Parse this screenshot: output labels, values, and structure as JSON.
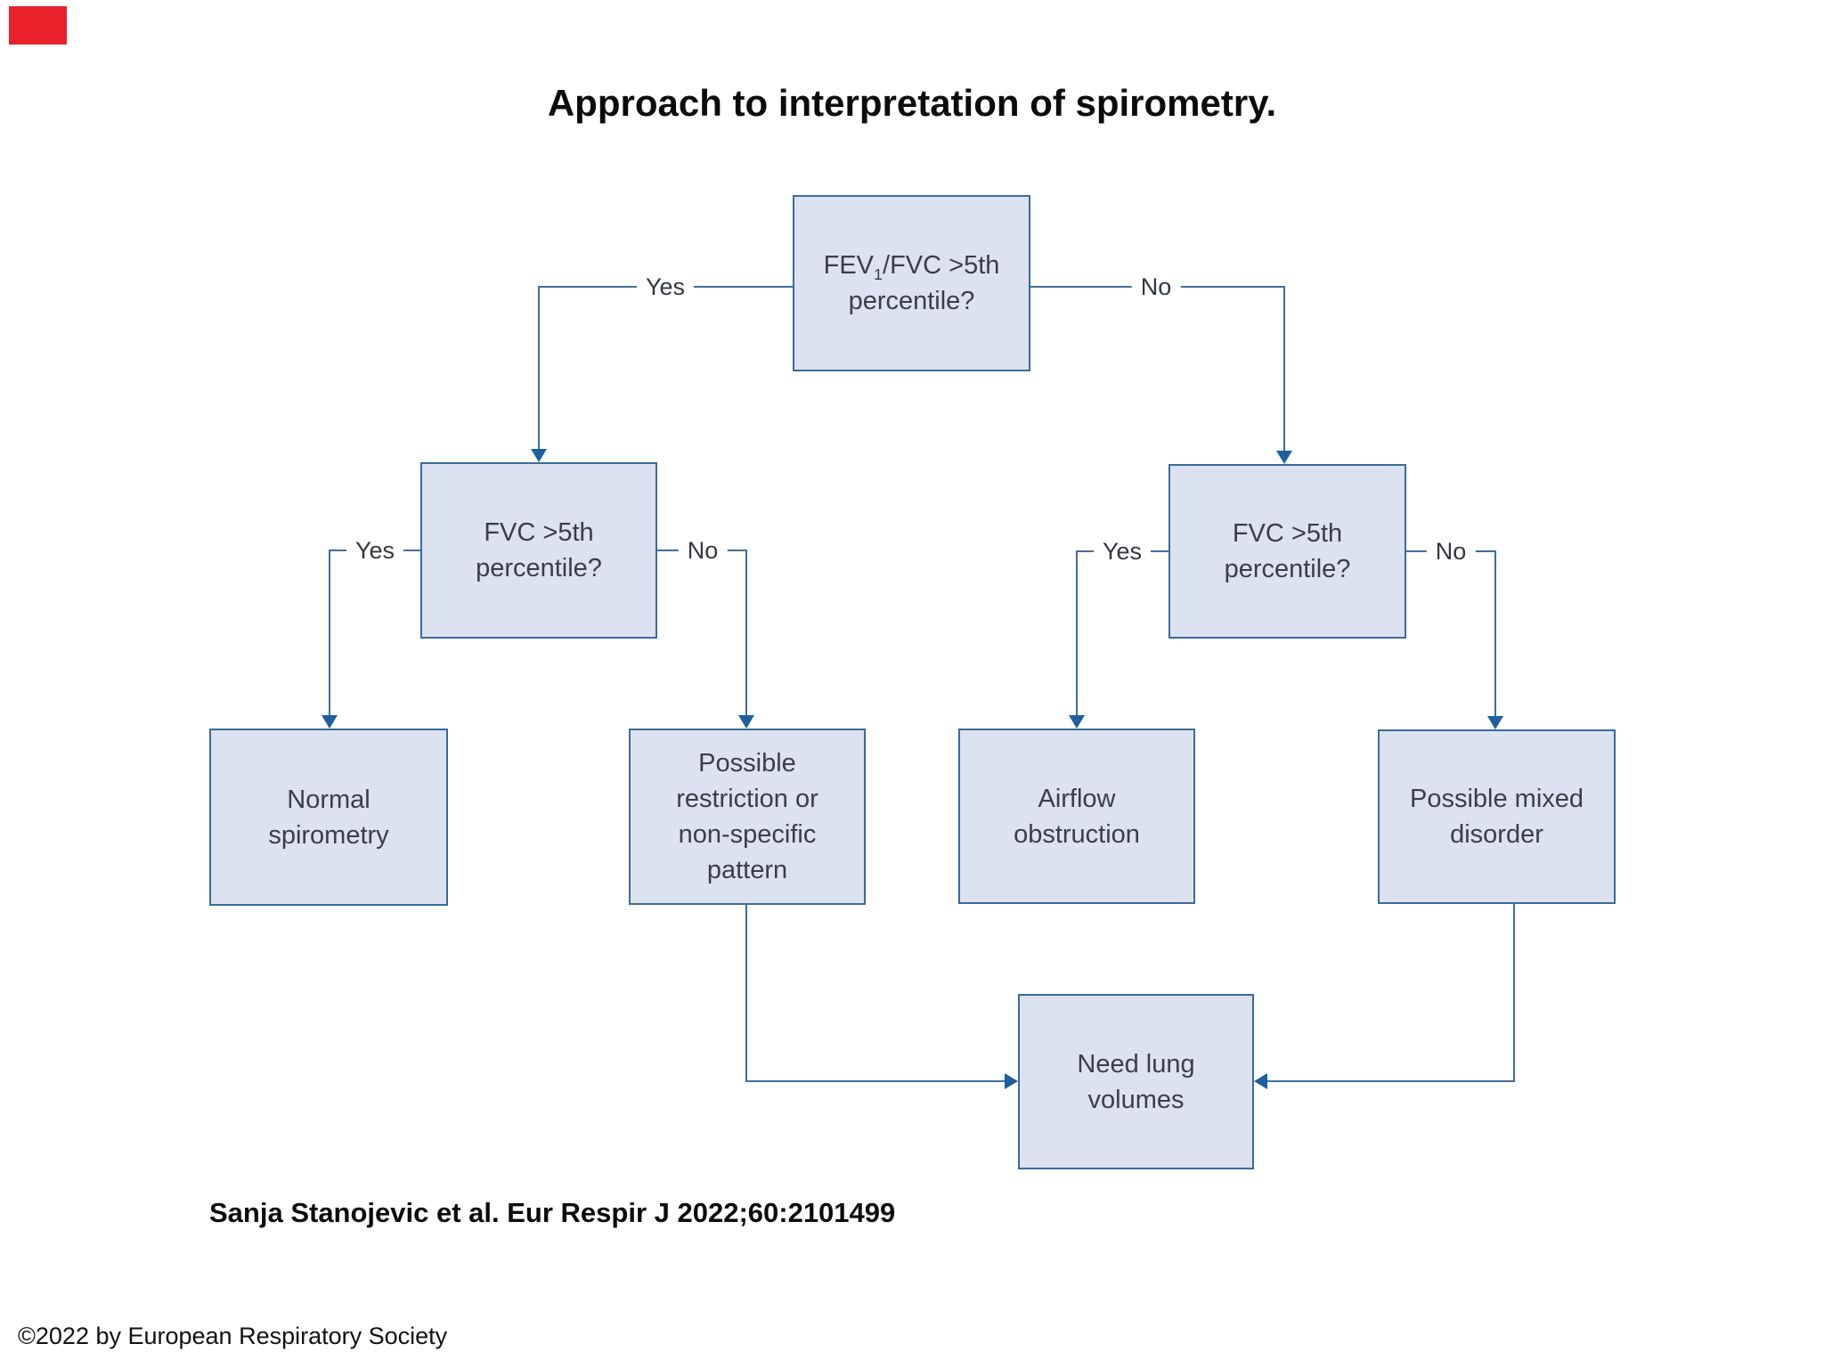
{
  "title": "Approach to interpretation of spirometry.",
  "flowchart": {
    "top_question": {
      "line1_pre": "FEV",
      "line1_sub": "1",
      "line1_post": "/FVC >5th",
      "line2": "percentile?"
    },
    "nodes": {
      "left_question": "FVC >5th\npercentile?",
      "right_question": "FVC >5th\npercentile?",
      "normal": "Normal\nspirometry",
      "restriction": "Possible\nrestriction or\nnon-specific\npattern",
      "airflow": "Airflow\nobstruction",
      "mixed": "Possible mixed\ndisorder",
      "lung_volumes": "Need lung\nvolumes"
    },
    "labels": {
      "yes_top": "Yes",
      "no_top": "No",
      "yes_left": "Yes",
      "no_left": "No",
      "yes_right": "Yes",
      "no_right": "No"
    }
  },
  "citation": "Sanja Stanojevic et al. Eur Respir J 2022;60:2101499",
  "copyright": "©2022 by European Respiratory Society",
  "colors": {
    "box_fill": "#dce2f0",
    "box_border": "#3a6b9c",
    "connector_line": "#3f6e9b",
    "arrowhead": "#1e5f9e",
    "corner_marker_red": "#e8212b",
    "box_text": "#393e48"
  }
}
